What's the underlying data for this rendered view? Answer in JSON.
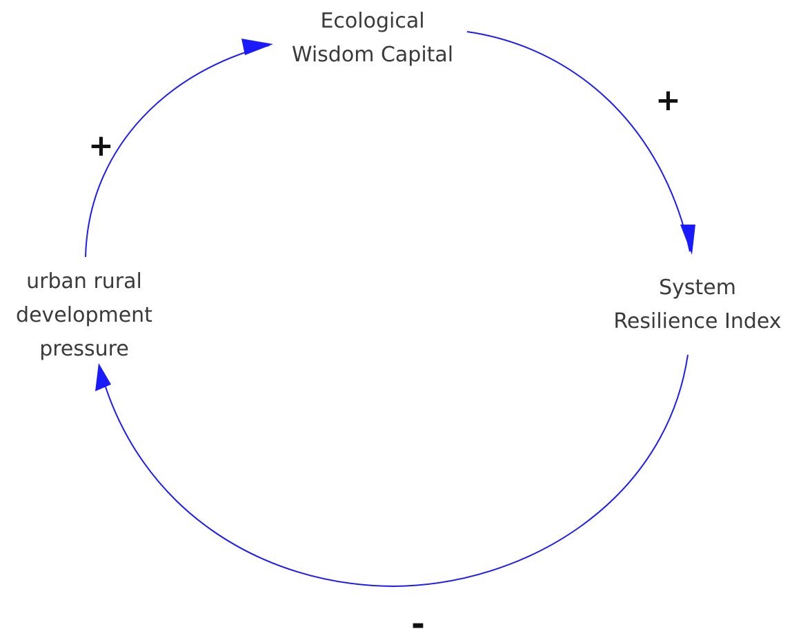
{
  "diagram": {
    "nodes": [
      {
        "id": "ecological_wisdom_capital",
        "lines": [
          "Ecological",
          "Wisdom Capital"
        ]
      },
      {
        "id": "system_resilience_index",
        "lines": [
          "System",
          "Resilience Index"
        ]
      },
      {
        "id": "urban_rural_development_pressure",
        "lines": [
          "urban rural",
          "development",
          "pressure"
        ]
      }
    ],
    "links": [
      {
        "from": "ecological_wisdom_capital",
        "to": "system_resilience_index",
        "polarity": "+"
      },
      {
        "from": "system_resilience_index",
        "to": "urban_rural_development_pressure",
        "polarity": "-"
      },
      {
        "from": "urban_rural_development_pressure",
        "to": "ecological_wisdom_capital",
        "polarity": "+"
      }
    ],
    "link_color": "#1a1aff"
  }
}
